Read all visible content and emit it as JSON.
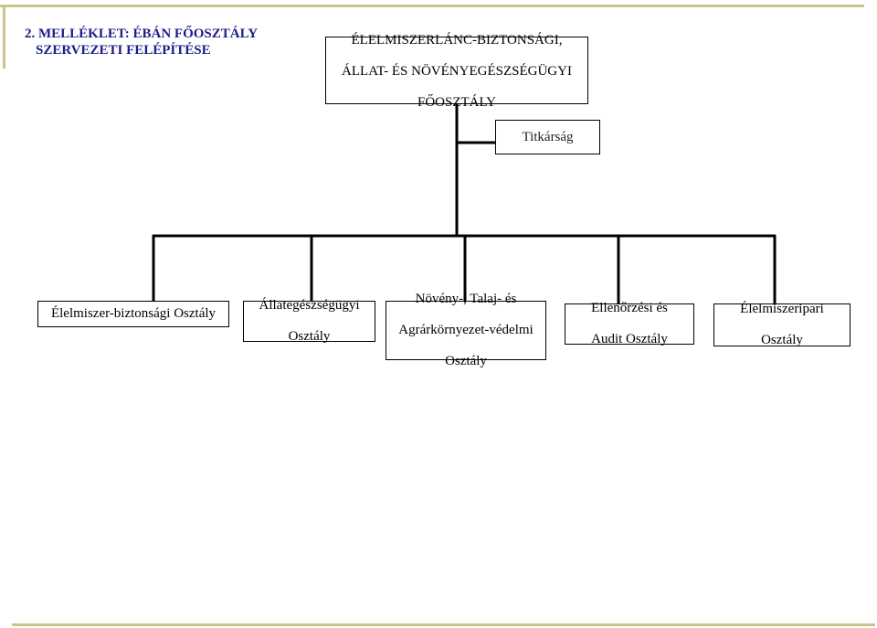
{
  "title": {
    "line1": "2. MELLÉKLET: ÉBÁN FŐOSZTÁLY",
    "line2": "SZERVEZETI FELÉPÍTÉSE"
  },
  "colors": {
    "title_text": "#1c1c8c",
    "frame": "#c8c48a",
    "connector": "#000000"
  },
  "org": {
    "root": {
      "lines": [
        "ÉLELMISZERLÁNC-BIZTONSÁGI,",
        "ÁLLAT- ÉS NÖVÉNYEGÉSZSÉGÜGYI",
        "FŐOSZTÁLY"
      ]
    },
    "staff": {
      "label": "Titkárság"
    },
    "departments": [
      {
        "lines": [
          "Élelmiszer-biztonsági Osztály"
        ]
      },
      {
        "lines": [
          "Állategészségügyi",
          "Osztály"
        ]
      },
      {
        "lines": [
          "Növény-, Talaj- és",
          "Agrárkörnyezet-védelmi",
          "Osztály"
        ]
      },
      {
        "lines": [
          "Ellenőrzési és",
          "Audit Osztály"
        ]
      },
      {
        "lines": [
          "Élelmiszeripari",
          "Osztály"
        ]
      }
    ]
  }
}
